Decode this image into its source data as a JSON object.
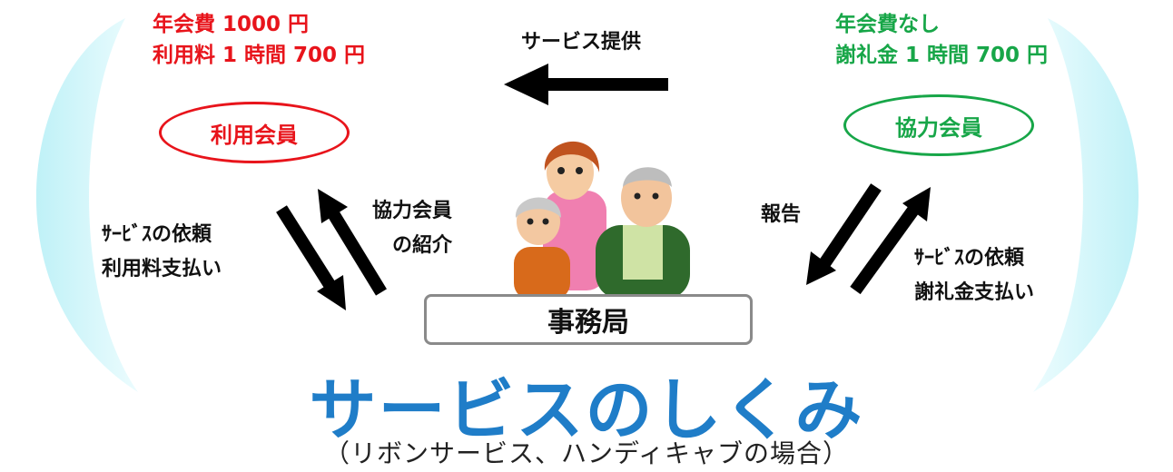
{
  "left_fees": {
    "line1": "年会費 1000 円",
    "line2": "利用料 1 時間 700 円"
  },
  "right_fees": {
    "line1": "年会費なし",
    "line2": "謝礼金 1 時間 700 円"
  },
  "service_provision": "サービス提供",
  "user_member": "利用会員",
  "cooperating_member": "協力会員",
  "intro_label": {
    "line1": "協力会員",
    "line2": "の紹介"
  },
  "left_request": {
    "line1": "ｻｰﾋﾞｽの依頼",
    "line2": "利用料支払い"
  },
  "report": "報告",
  "right_request": {
    "line1": "ｻｰﾋﾞｽの依頼",
    "line2": "謝礼金支払い"
  },
  "office": "事務局",
  "title": "サービスのしくみ",
  "subtitle": "（リボンサービス、ハンディキャブの場合）",
  "colors": {
    "red": "#e8141b",
    "green": "#17a648",
    "title_blue": "#1f7dc8",
    "arc_cyan": "#c8f3f8"
  },
  "illustration": "elderly-couple-with-caregiver"
}
